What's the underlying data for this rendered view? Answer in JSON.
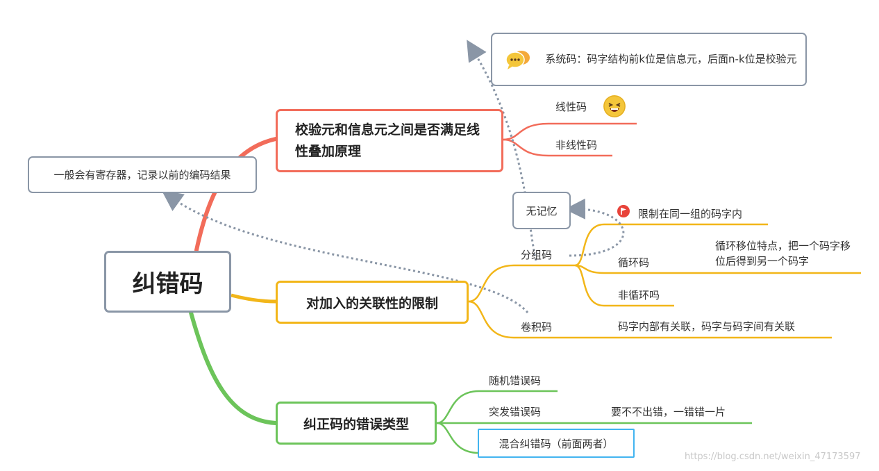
{
  "root": {
    "label": "纠错码"
  },
  "branches": [
    {
      "label": "校验元和信息元之间是否满足线性叠加原理",
      "color": "#f26c5a",
      "children": [
        {
          "label": "线性码"
        },
        {
          "label": "非线性码"
        }
      ]
    },
    {
      "label": "对加入的关联性的限制",
      "color": "#f2b619",
      "children": [
        {
          "label": "分组码",
          "children": [
            {
              "label": "限制在同一组的码字内"
            },
            {
              "label": "循环码",
              "note": "循环移位特点，把一个码字移位后得到另一个码字"
            },
            {
              "label": "非循环吗"
            }
          ]
        },
        {
          "label": "卷积码",
          "children": [
            {
              "label": "码字内部有关联，码字与码字间有关联"
            }
          ]
        }
      ]
    },
    {
      "label": "纠正码的错误类型",
      "color": "#6cc45a",
      "children": [
        {
          "label": "随机错误码"
        },
        {
          "label": "突发错误码",
          "note": "要不不出错，一错错一片"
        },
        {
          "label": "混合纠错码（前面两者）"
        }
      ]
    }
  ],
  "callouts": {
    "register": "一般会有寄存器，记录以前的编码结果",
    "systematic": "系统码：码字结构前k位是信息元，后面n-k位是校验元",
    "memoryless": "无记忆"
  },
  "icons": {
    "linear_emoji": "laughing-face",
    "speech": "speech-bubbles",
    "flag": "red-flag"
  },
  "watermark": "https://blog.csdn.net/weixin_47173597"
}
